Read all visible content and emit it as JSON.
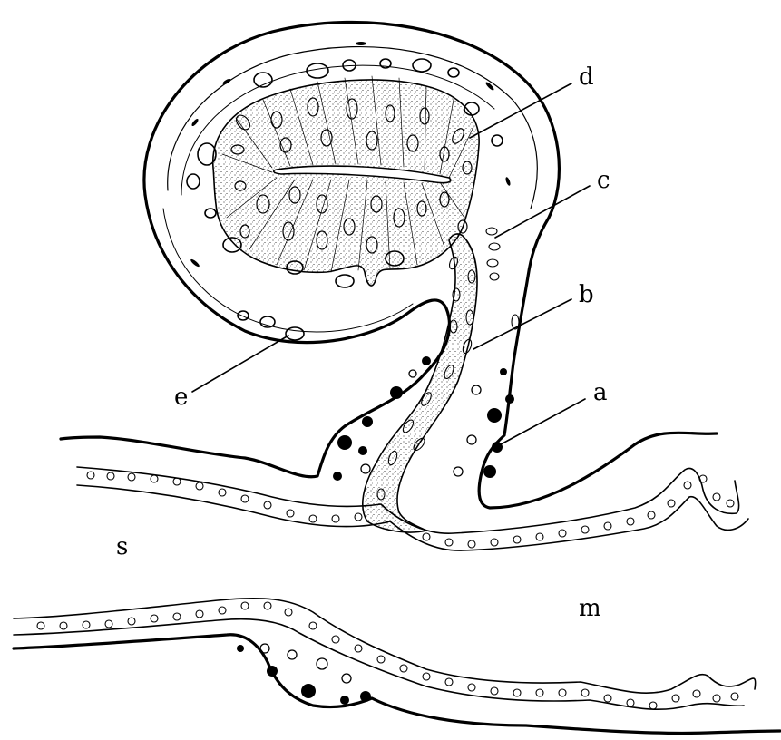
{
  "labels": {
    "a": "a",
    "b": "b",
    "c": "c",
    "d": "d",
    "e": "e",
    "s": "s",
    "m": "m"
  },
  "colors": {
    "ink": "#000000",
    "paper": "#ffffff"
  }
}
